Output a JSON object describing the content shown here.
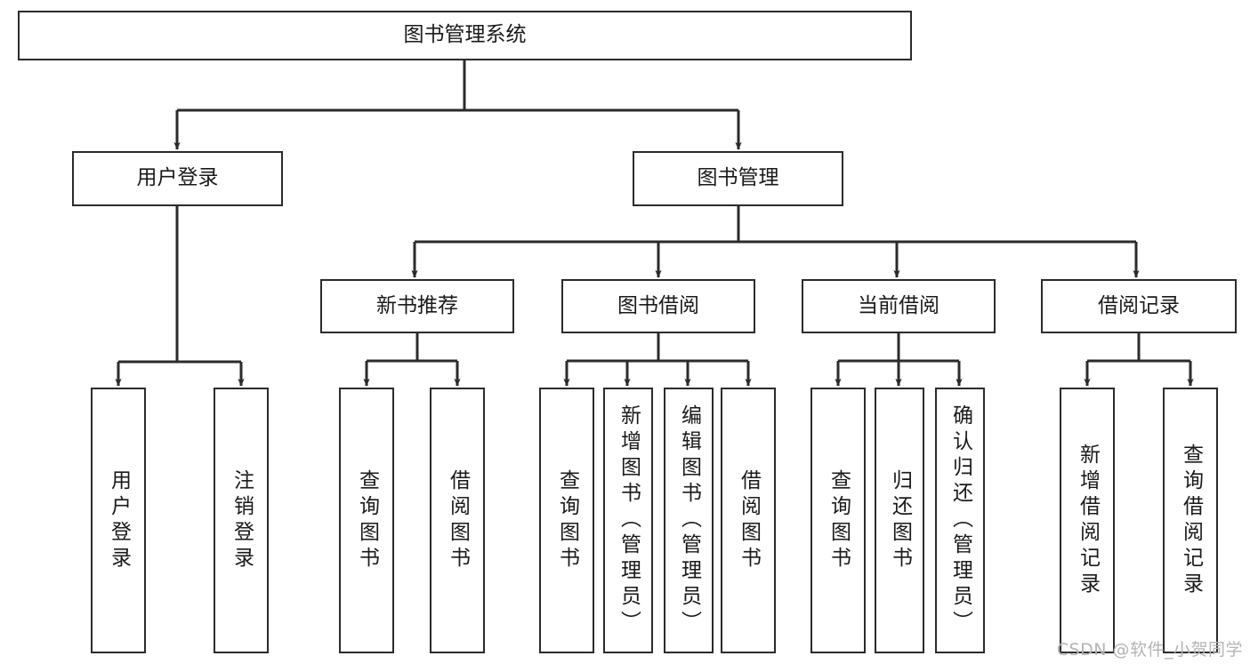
{
  "diagram": {
    "title": "图书管理系统",
    "watermark": "CSDN @软件_小贺同学",
    "colors": {
      "stroke": "#2b2b2b",
      "fill": "#ffffff",
      "text": "#1a1a1a",
      "watermark": "#b4b4b4"
    },
    "root": {
      "label": "图书管理系统"
    },
    "level2": [
      {
        "label": "用户登录"
      },
      {
        "label": "图书管理"
      }
    ],
    "level3": [
      {
        "label": "新书推荐"
      },
      {
        "label": "图书借阅"
      },
      {
        "label": "当前借阅"
      },
      {
        "label": "借阅记录"
      }
    ],
    "leaves": {
      "user_login": [
        {
          "label": "用户登录"
        },
        {
          "label": "注销登录"
        }
      ],
      "new_book_recommend": [
        {
          "label": "查询图书"
        },
        {
          "label": "借阅图书"
        }
      ],
      "book_borrow": [
        {
          "label": "查询图书"
        },
        {
          "label": "新增图书（管理员）"
        },
        {
          "label": "编辑图书（管理员）"
        },
        {
          "label": "借阅图书"
        }
      ],
      "current_borrow": [
        {
          "label": "查询图书"
        },
        {
          "label": "归还图书"
        },
        {
          "label": "确认归还（管理员）"
        }
      ],
      "borrow_record": [
        {
          "label": "新增借阅记录"
        },
        {
          "label": "查询借阅记录"
        }
      ]
    }
  }
}
